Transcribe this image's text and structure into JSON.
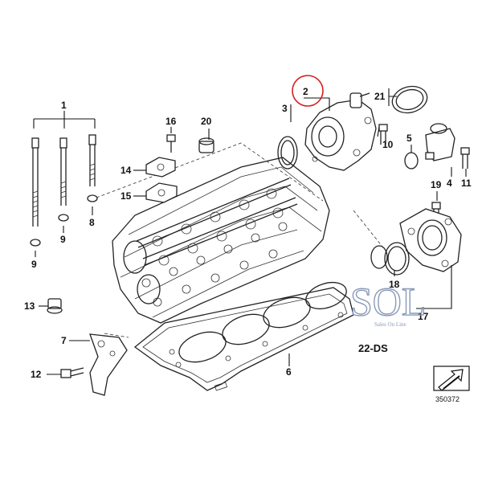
{
  "callouts": {
    "c1": "1",
    "c2": "2",
    "c3": "3",
    "c4": "4",
    "c5": "5",
    "c6": "6",
    "c7": "7",
    "c8": "8",
    "c9a": "9",
    "c9b": "9",
    "c10": "10",
    "c11": "11",
    "c12": "12",
    "c13": "13",
    "c14": "14",
    "c15": "15",
    "c16": "16",
    "c17": "17",
    "c18": "18",
    "c19": "19",
    "c20": "20",
    "c21": "21"
  },
  "diagram_id": "22-DS",
  "reference_number": "350372",
  "watermark": {
    "brand": "SOL",
    "tagline": "Sales On Line",
    "color": "#8a9ab8"
  },
  "highlight": {
    "target": "2",
    "color": "#d42020"
  },
  "icons": {
    "corner": "arrow-into-box-icon"
  }
}
